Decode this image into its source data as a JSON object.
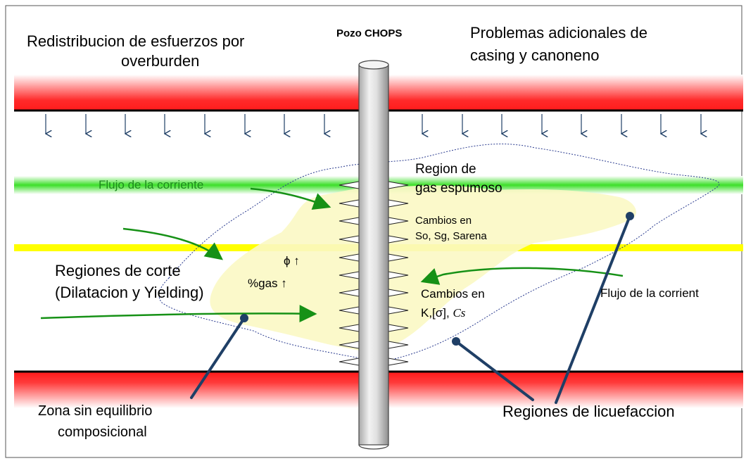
{
  "labels": {
    "redistribucion_line1": "Redistribucion de esfuerzos por",
    "redistribucion_line2": "overburden",
    "pozo": "Pozo CHOPS",
    "problemas_line1": "Problemas adicionales de",
    "problemas_line2": "casing y canoneno",
    "region_gas_line1": "Region de",
    "region_gas_line2": "gas espumoso",
    "flujo_left": "Flujo de la corriente",
    "cambios1_line1": "Cambios en",
    "cambios1_line2": "So, Sg, Sarena",
    "phi": "ϕ ↑",
    "gas_pct": "%gas ↑",
    "corte_line1": "Regiones de corte",
    "corte_line2": "(Dilatacion y Yielding)",
    "cambios2_line1": "Cambios en",
    "cambios2_line2_prefix": "K,[σ], ",
    "cambios2_line2_italic": "Cs",
    "flujo_right": "Flujo de la corrient",
    "zona_line1": "Zona sin equilibrio",
    "zona_line2": "composicional",
    "licuefaccion": "Regiones de licuefaccion"
  },
  "icons": {
    "down_arrow": "down-arrow-icon",
    "flow_arrow": "flow-arrow-icon",
    "perforation": "perforation-icon"
  },
  "colors": {
    "red_band": "#ff2a2a",
    "green_band": "#3ddf2a",
    "yellow_band": "#ffff00",
    "foam_zone": "#fbf8c4",
    "flow_arrow": "#169116",
    "pointer": "#1f3f66",
    "well": "#d8d8d8"
  }
}
